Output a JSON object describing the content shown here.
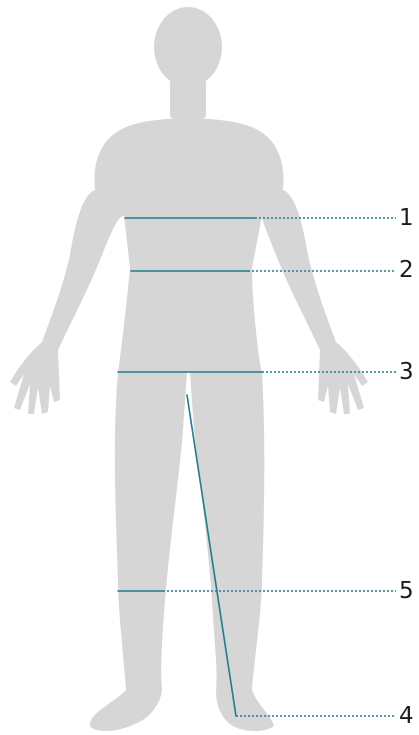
{
  "colors": {
    "body": "#d6d6d6",
    "measure_line": "#1f7c8f",
    "label_text": "#1c1c1c",
    "background": "#ffffff"
  },
  "figure": {
    "icon": "human-silhouette-icon"
  },
  "markers": [
    {
      "id": "1",
      "label": "1"
    },
    {
      "id": "2",
      "label": "2"
    },
    {
      "id": "3",
      "label": "3"
    },
    {
      "id": "5",
      "label": "5"
    },
    {
      "id": "4",
      "label": "4"
    }
  ]
}
